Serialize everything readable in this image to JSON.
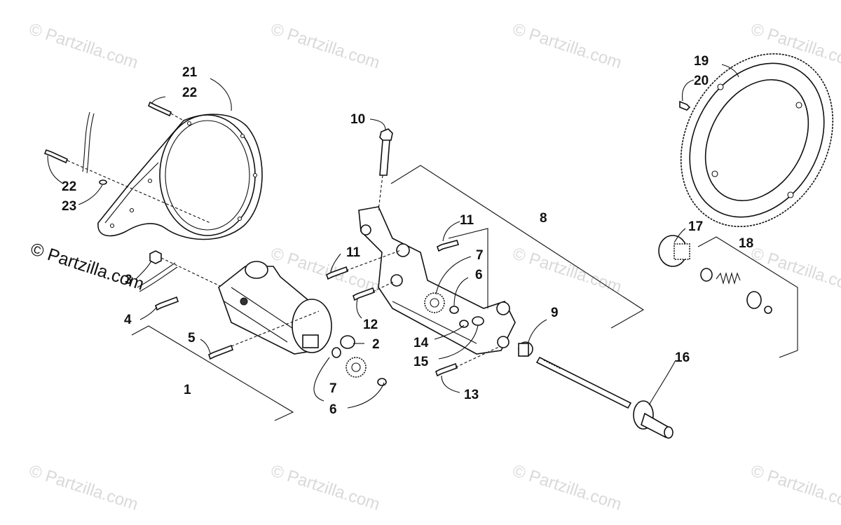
{
  "watermarks": {
    "text": "© Partzilla.com",
    "prominent_text": "© Partzilla.com"
  },
  "callouts": {
    "c1": "1",
    "c2": "2",
    "c3": "3",
    "c4": "4",
    "c5": "5",
    "c6a": "6",
    "c6b": "6",
    "c7a": "7",
    "c7b": "7",
    "c8": "8",
    "c9": "9",
    "c10": "10",
    "c11a": "11",
    "c11b": "11",
    "c12": "12",
    "c13": "13",
    "c14": "14",
    "c15": "15",
    "c16": "16",
    "c17": "17",
    "c18": "18",
    "c19": "19",
    "c20": "20",
    "c21": "21",
    "c22a": "22",
    "c22b": "22",
    "c23": "23"
  }
}
